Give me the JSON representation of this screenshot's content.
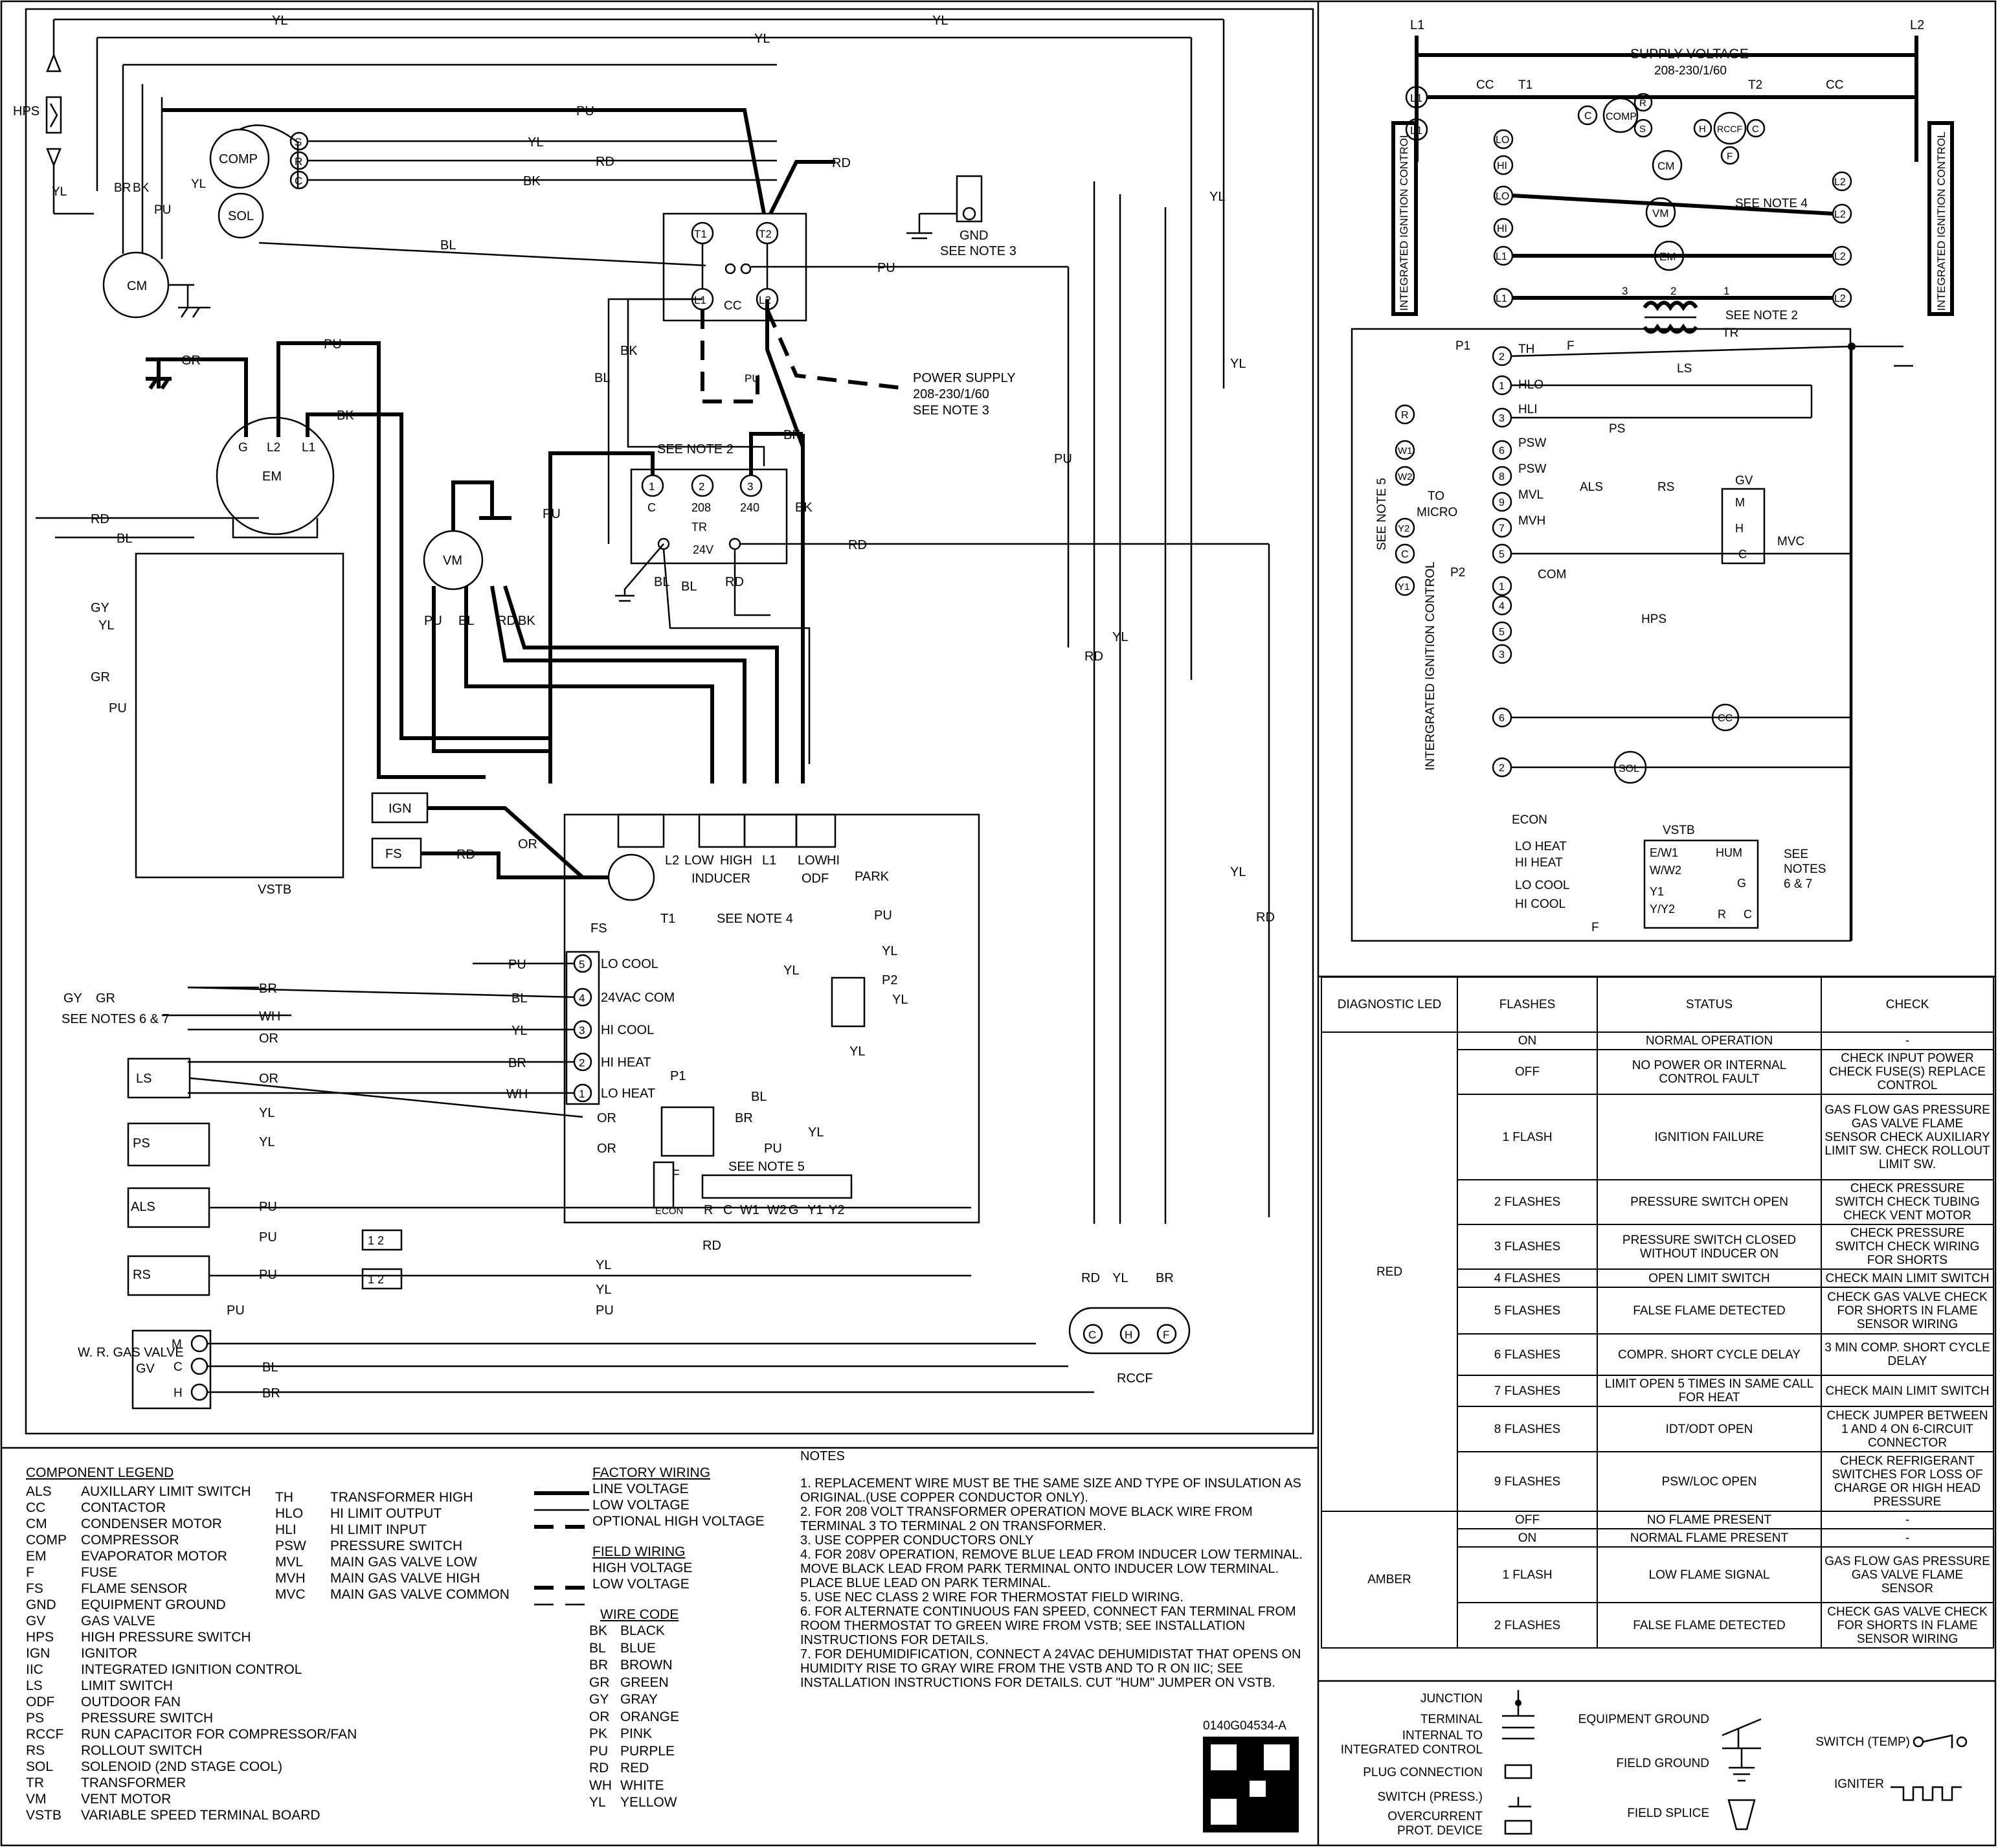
{
  "main_labels": {
    "hps": "HPS",
    "yl": "YL",
    "br": "BR",
    "bk": "BK",
    "pu": "PU",
    "bl": "BL",
    "rd": "RD",
    "gr": "GR",
    "gy": "GY",
    "wh": "WH",
    "or": "OR",
    "comp": "COMP",
    "sol": "SOL",
    "cm": "CM",
    "em": "EM",
    "vm": "VM",
    "cc": "CC",
    "tr": "TR",
    "t1": "T1",
    "t2": "T2",
    "l1": "L1",
    "l2": "L2",
    "g": "G",
    "s": "S",
    "r": "R",
    "c": "C",
    "gnd": "GND",
    "see_note_3": "SEE NOTE 3",
    "see_note_2": "SEE NOTE 2",
    "power_supply": "POWER SUPPLY",
    "psv": "208-230/1/60",
    "tr_208": "208",
    "tr_240": "240",
    "tr_24v": "24V",
    "tr_1": "1",
    "tr_2": "2",
    "tr_3": "3",
    "ign": "IGN",
    "fs": "FS",
    "vstb": "VSTB",
    "low": "LOW",
    "high": "HIGH",
    "inducer": "INDUCER",
    "odf": "ODF",
    "hi": "HI",
    "park": "PARK",
    "see_note_4": "SEE NOTE 4",
    "see_note_5": "SEE NOTE 5",
    "see_notes_67": "SEE NOTES 6 & 7",
    "lo_cool": "LO COOL",
    "vac_com": "24VAC COM",
    "hi_cool": "HI COOL",
    "hi_heat": "HI HEAT",
    "lo_heat": "LO HEAT",
    "p1": "P1",
    "p2": "P2",
    "econ": "ECON",
    "f": "F",
    "ls": "LS",
    "ps": "PS",
    "als": "ALS",
    "rs": "RS",
    "gv": "GV",
    "m": "M",
    "h": "H",
    "wr_gas_valve": "W. R. GAS VALVE",
    "rccf": "RCCF",
    "term_r": "R",
    "term_c": "C",
    "term_w1": "W1",
    "term_w2": "W2",
    "term_g": "G",
    "term_y1": "Y1",
    "term_y2": "Y2"
  },
  "ladder": {
    "l1": "L1",
    "l2": "L2",
    "supply": "SUPPLY VOLTAGE",
    "supply_v": "208-230/1/60",
    "cc": "CC",
    "t1": "T1",
    "t2": "T2",
    "comp": "COMP",
    "rccf": "RCCF",
    "iic_left": "INTEGRATED IGNITION CONTROL",
    "iic_right": "INTEGRATED IGNITION CONTROL",
    "lo": "LO",
    "hi": "HI",
    "cm": "CM",
    "vm": "VM",
    "em": "EM",
    "see_note_4": "SEE NOTE 4",
    "see_note_2": "SEE NOTE 2",
    "see_note_5": "SEE NOTE 5",
    "tr": "TR",
    "p1": "P1",
    "p2": "P2",
    "th": "TH",
    "f": "F",
    "hlo": "HLO",
    "hli": "HLI",
    "ls": "LS",
    "psw": "PSW",
    "ps": "PS",
    "mvl": "MVL",
    "mvh": "MVH",
    "als": "ALS",
    "rs": "RS",
    "gv": "GV",
    "m": "M",
    "h": "H",
    "c": "C",
    "mvc": "MVC",
    "com": "COM",
    "to_micro": "TO MICRO",
    "hps": "HPS",
    "iic_ctl": "INTERGRATED IGNITION CONTROL",
    "sol": "SOL",
    "econ": "ECON",
    "vstb": "VSTB",
    "lo_heat": "LO HEAT",
    "hi_heat": "HI HEAT",
    "lo_cool": "LO COOL",
    "hi_cool": "HI COOL",
    "ew1": "E/W1",
    "ww2": "W/W2",
    "y1": "Y1",
    "yy2": "Y/Y2",
    "hum": "HUM",
    "g": "G",
    "r": "R",
    "see_notes_67": "SEE NOTES 6 & 7",
    "r_term": "R",
    "w1": "W1",
    "w2": "W2",
    "y2": "Y2",
    "y1t": "Y1"
  },
  "diag_table": {
    "headers": [
      "DIAGNOSTIC LED",
      "FLASHES",
      "STATUS",
      "CHECK"
    ],
    "red_label": "RED",
    "amber_label": "AMBER",
    "red_rows": [
      {
        "flashes": "ON",
        "status": "NORMAL OPERATION",
        "check": "-"
      },
      {
        "flashes": "OFF",
        "status": "NO POWER OR INTERNAL CONTROL FAULT",
        "check": "CHECK INPUT POWER CHECK FUSE(S) REPLACE CONTROL"
      },
      {
        "flashes": "1 FLASH",
        "status": "IGNITION FAILURE",
        "check": "GAS FLOW GAS PRESSURE GAS VALVE FLAME SENSOR CHECK AUXILIARY LIMIT SW. CHECK ROLLOUT LIMIT SW."
      },
      {
        "flashes": "2 FLASHES",
        "status": "PRESSURE SWITCH OPEN",
        "check": "CHECK PRESSURE SWITCH CHECK TUBING CHECK VENT MOTOR"
      },
      {
        "flashes": "3 FLASHES",
        "status": "PRESSURE SWITCH CLOSED WITHOUT INDUCER ON",
        "check": "CHECK PRESSURE SWITCH CHECK WIRING FOR SHORTS"
      },
      {
        "flashes": "4 FLASHES",
        "status": "OPEN LIMIT SWITCH",
        "check": "CHECK MAIN LIMIT SWITCH"
      },
      {
        "flashes": "5 FLASHES",
        "status": "FALSE FLAME DETECTED",
        "check": "CHECK GAS VALVE CHECK FOR SHORTS IN FLAME SENSOR WIRING"
      },
      {
        "flashes": "6 FLASHES",
        "status": "COMPR. SHORT CYCLE DELAY",
        "check": "3 MIN COMP. SHORT CYCLE DELAY"
      },
      {
        "flashes": "7 FLASHES",
        "status": "LIMIT OPEN 5 TIMES IN SAME CALL FOR HEAT",
        "check": "CHECK MAIN LIMIT SWITCH"
      },
      {
        "flashes": "8 FLASHES",
        "status": "IDT/ODT OPEN",
        "check": "CHECK JUMPER BETWEEN 1 AND 4 ON 6-CIRCUIT CONNECTOR"
      },
      {
        "flashes": "9 FLASHES",
        "status": "PSW/LOC OPEN",
        "check": "CHECK REFRIGERANT SWITCHES FOR LOSS OF CHARGE OR HIGH HEAD PRESSURE"
      }
    ],
    "amber_rows": [
      {
        "flashes": "OFF",
        "status": "NO FLAME PRESENT",
        "check": "-"
      },
      {
        "flashes": "ON",
        "status": "NORMAL FLAME PRESENT",
        "check": "-"
      },
      {
        "flashes": "1 FLASH",
        "status": "LOW FLAME SIGNAL",
        "check": "GAS FLOW GAS PRESSURE GAS VALVE FLAME SENSOR"
      },
      {
        "flashes": "2 FLASHES",
        "status": "FALSE FLAME DETECTED",
        "check": "CHECK GAS VALVE CHECK FOR SHORTS IN FLAME SENSOR WIRING"
      }
    ]
  },
  "symbols": {
    "junction": "JUNCTION",
    "terminal": "TERMINAL",
    "internal": "INTERNAL TO INTEGRATED CONTROL",
    "plug": "PLUG CONNECTION",
    "switch_press": "SWITCH (PRESS.)",
    "overcurrent": "OVERCURRENT PROT. DEVICE",
    "equip_ground": "EQUIPMENT GROUND",
    "field_ground": "FIELD GROUND",
    "field_splice": "FIELD SPLICE",
    "switch_temp": "SWITCH (TEMP)",
    "igniter": "IGNITER"
  },
  "component_legend": {
    "title": "COMPONENT LEGEND",
    "left": [
      [
        "ALS",
        "AUXILLARY LIMIT SWITCH"
      ],
      [
        "CC",
        "CONTACTOR"
      ],
      [
        "CM",
        "CONDENSER MOTOR"
      ],
      [
        "COMP",
        "COMPRESSOR"
      ],
      [
        "EM",
        "EVAPORATOR MOTOR"
      ],
      [
        "F",
        "FUSE"
      ],
      [
        "FS",
        "FLAME SENSOR"
      ],
      [
        "GND",
        "EQUIPMENT GROUND"
      ],
      [
        "GV",
        "GAS VALVE"
      ],
      [
        "HPS",
        "HIGH PRESSURE SWITCH"
      ],
      [
        "IGN",
        "IGNITOR"
      ],
      [
        "IIC",
        "INTEGRATED IGNITION CONTROL"
      ],
      [
        "LS",
        "LIMIT SWITCH"
      ],
      [
        "ODF",
        "OUTDOOR FAN"
      ],
      [
        "PS",
        "PRESSURE SWITCH"
      ],
      [
        "RCCF",
        "RUN CAPACITOR FOR COMPRESSOR/FAN"
      ],
      [
        "RS",
        "ROLLOUT SWITCH"
      ],
      [
        "SOL",
        "SOLENOID (2ND STAGE COOL)"
      ],
      [
        "TR",
        "TRANSFORMER"
      ],
      [
        "VM",
        "VENT MOTOR"
      ],
      [
        "VSTB",
        "VARIABLE SPEED TERMINAL BOARD"
      ]
    ],
    "right": [
      [
        "TH",
        "TRANSFORMER HIGH"
      ],
      [
        "HLO",
        "HI LIMIT OUTPUT"
      ],
      [
        "HLI",
        "HI LIMIT INPUT"
      ],
      [
        "PSW",
        "PRESSURE SWITCH"
      ],
      [
        "MVL",
        "MAIN GAS VALVE LOW"
      ],
      [
        "MVH",
        "MAIN GAS VALVE HIGH"
      ],
      [
        "MVC",
        "MAIN GAS VALVE COMMON"
      ]
    ]
  },
  "wiring_legend": {
    "factory": "FACTORY WIRING",
    "line_voltage": "LINE VOLTAGE",
    "low_voltage": "LOW VOLTAGE",
    "opt_high": "OPTIONAL HIGH VOLTAGE",
    "field": "FIELD WIRING",
    "high_voltage": "HIGH VOLTAGE",
    "low_voltage2": "LOW VOLTAGE",
    "wire_code_title": "WIRE CODE",
    "wire_codes": [
      [
        "BK",
        "BLACK"
      ],
      [
        "BL",
        "BLUE"
      ],
      [
        "BR",
        "BROWN"
      ],
      [
        "GR",
        "GREEN"
      ],
      [
        "GY",
        "GRAY"
      ],
      [
        "OR",
        "ORANGE"
      ],
      [
        "PK",
        "PINK"
      ],
      [
        "PU",
        "PURPLE"
      ],
      [
        "RD",
        "RED"
      ],
      [
        "WH",
        "WHITE"
      ],
      [
        "YL",
        "YELLOW"
      ]
    ]
  },
  "notes": {
    "title": "NOTES",
    "items": [
      "1. REPLACEMENT WIRE MUST BE THE SAME SIZE AND TYPE OF INSULATION AS ORIGINAL.(USE COPPER CONDUCTOR ONLY).",
      "2. FOR 208 VOLT TRANSFORMER OPERATION MOVE BLACK WIRE FROM TERMINAL 3 TO TERMINAL 2 ON TRANSFORMER.",
      "3. USE COPPER CONDUCTORS ONLY",
      "4. FOR 208V OPERATION, REMOVE BLUE LEAD FROM INDUCER LOW TERMINAL. MOVE BLACK LEAD FROM PARK TERMINAL ONTO INDUCER LOW TERMINAL. PLACE BLUE LEAD ON PARK TERMINAL.",
      "5. USE NEC CLASS 2 WIRE FOR THERMOSTAT FIELD WIRING.",
      "6. FOR ALTERNATE CONTINUOUS FAN SPEED, CONNECT FAN TERMINAL FROM ROOM THERMOSTAT TO GREEN WIRE FROM VSTB; SEE INSTALLATION INSTRUCTIONS FOR DETAILS.",
      "7. FOR DEHUMIDIFICATION, CONNECT A 24VAC DEHUMIDISTAT THAT OPENS ON HUMIDITY RISE TO GRAY WIRE FROM THE VSTB AND TO R ON IIC; SEE INSTALLATION INSTRUCTIONS FOR DETAILS. CUT \"HUM\" JUMPER ON VSTB."
    ],
    "part_number": "0140G04534-A"
  }
}
